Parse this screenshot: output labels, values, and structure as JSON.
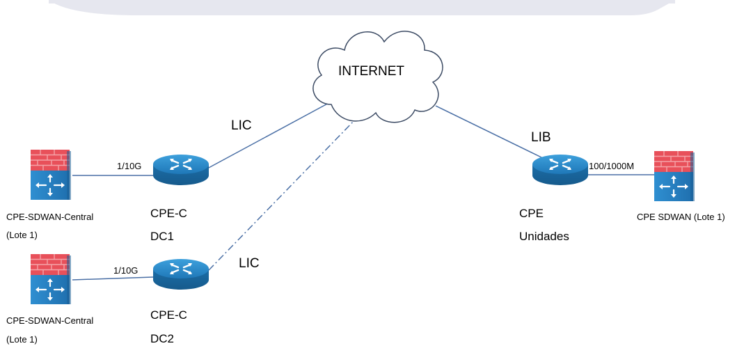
{
  "diagram": {
    "cloud_label": "INTERNET",
    "colors": {
      "band": "#e6e7ef",
      "line": "#4a6fa5",
      "router_top": "#2f8fcf",
      "router_side": "#1d6fa8",
      "firewall_brick": "#e8505a",
      "firewall_body": "#2a86c9"
    },
    "links": {
      "dc1_to_internet": "LIC",
      "dc2_to_internet": "LIC",
      "unidades_to_internet": "LIB",
      "fw1_to_dc1": "1/10G",
      "fw2_to_dc2": "1/10G",
      "unidades_to_fw3": "100/1000M"
    },
    "firewalls": [
      {
        "line1": "CPE-SDWAN-Central",
        "line2": "(Lote 1)"
      },
      {
        "line1": "CPE-SDWAN-Central",
        "line2": "(Lote 1)"
      },
      {
        "line1": "CPE SDWAN (Lote 1)"
      }
    ],
    "routers": [
      {
        "line1": "CPE-C",
        "line2": "DC1"
      },
      {
        "line1": "CPE-C",
        "line2": "DC2"
      },
      {
        "line1": "CPE",
        "line2": "Unidades"
      }
    ]
  }
}
